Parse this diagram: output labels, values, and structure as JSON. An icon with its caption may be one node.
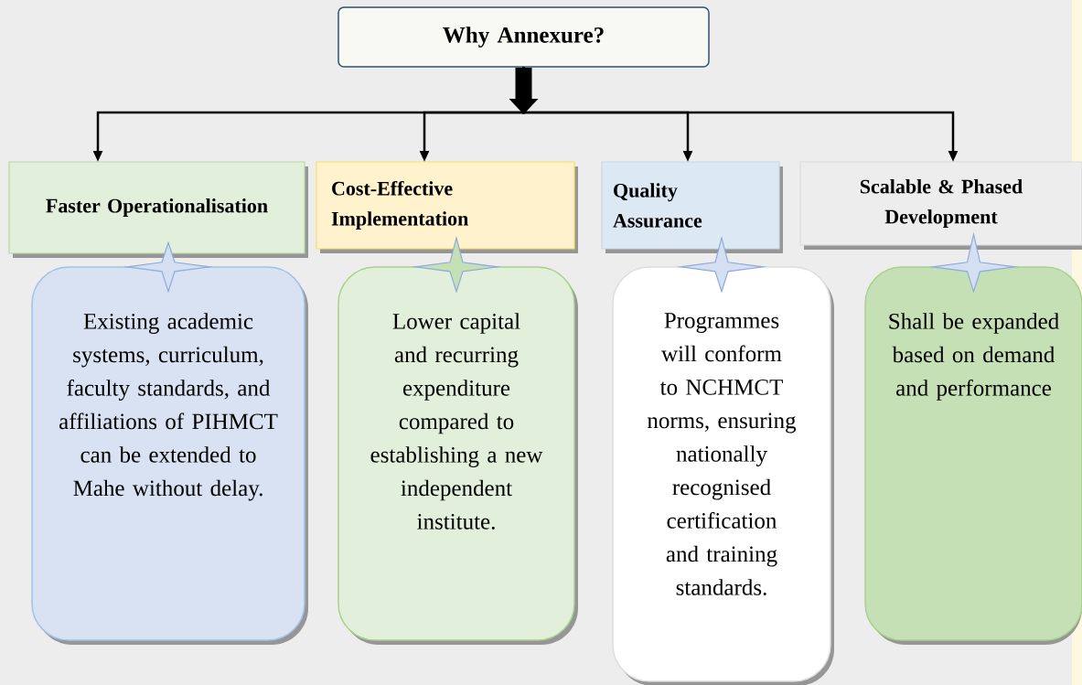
{
  "diagram": {
    "nodes": [
      {
        "text": [
          "Why Annexure?"
        ]
      },
      {
        "text": [
          "Faster Operationalisation"
        ]
      },
      {
        "text": [
          "Cost-Effective Implementation"
        ]
      },
      {
        "text": [
          "Quality Assurance"
        ]
      },
      {
        "text": [
          "Scalable & Phased Development"
        ]
      },
      {
        "text": [
          "Existing academic systems, curriculum, faculty standards, and affiliations of PIHMCT can be extended to Mahe without delay."
        ]
      },
      {
        "text": [
          "Lower capital and recurring expenditure compared to establishing a new independent institute."
        ]
      },
      {
        "text": [
          "Programmes will conform to NCHMCT norms, ensuring nationally recognised certification and training standards."
        ]
      },
      {
        "text": [
          "Shall be expanded based on demand and performance"
        ]
      }
    ],
    "edges": [
      {
        "from": 0,
        "to": 1,
        "arrow": "to"
      },
      {
        "from": 0,
        "to": 2,
        "arrow": "to"
      },
      {
        "from": 0,
        "to": 3,
        "arrow": "to"
      },
      {
        "from": 0,
        "to": 4,
        "arrow": "to"
      },
      {
        "from": 1,
        "to": 5,
        "arrow": "none"
      },
      {
        "from": 2,
        "to": 6,
        "arrow": "none"
      },
      {
        "from": 3,
        "to": 7,
        "arrow": "none"
      },
      {
        "from": 4,
        "to": 8,
        "arrow": "none"
      }
    ]
  }
}
